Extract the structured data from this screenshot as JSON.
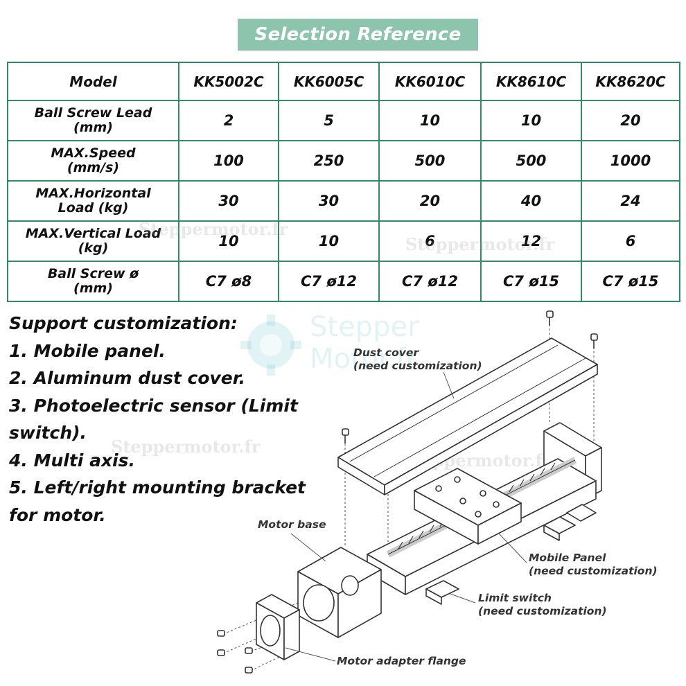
{
  "title": "Selection Reference",
  "table": {
    "header": {
      "label": "Model",
      "models": [
        "KK5002C",
        "KK6005C",
        "KK6010C",
        "KK8610C",
        "KK8620C"
      ]
    },
    "rows": [
      {
        "label_line1": "Ball Screw Lead",
        "label_line2": "(mm)",
        "values": [
          "2",
          "5",
          "10",
          "10",
          "20"
        ]
      },
      {
        "label_line1": "MAX.Speed",
        "label_line2": "(mm/s)",
        "values": [
          "100",
          "250",
          "500",
          "500",
          "1000"
        ]
      },
      {
        "label_line1": "MAX.Horizontal",
        "label_line2": "Load (kg)",
        "values": [
          "30",
          "30",
          "20",
          "40",
          "24"
        ]
      },
      {
        "label_line1": "MAX.Vertical Load",
        "label_line2": "(kg)",
        "values": [
          "10",
          "10",
          "6",
          "12",
          "6"
        ]
      },
      {
        "label_line1": "Ball Screw ø",
        "label_line2": "(mm)",
        "values": [
          "C7 ø8",
          "C7 ø12",
          "C7 ø12",
          "C7 ø15",
          "C7 ø15"
        ]
      }
    ]
  },
  "customization": {
    "heading": "Support customization:",
    "items": [
      "1. Mobile panel.",
      "2. Aluminum dust cover.",
      "3. Photoelectric sensor (Limit",
      "switch).",
      "4. Multi axis.",
      "5. Left/right mounting bracket",
      "for motor."
    ]
  },
  "diagram_labels": {
    "dust_cover": [
      "Dust cover",
      "(need customization)"
    ],
    "motor_base": "Motor base",
    "mobile_panel": [
      "Mobile Panel",
      "(need customization)"
    ],
    "limit_switch": [
      "Limit switch",
      "(need customization)"
    ],
    "motor_adapter_flange": "Motor adapter flange"
  },
  "watermarks": {
    "site": "Steppermotor.fr",
    "logo_line1": "Stepper",
    "logo_line2": "Motor.fr"
  },
  "colors": {
    "accent": "#8cc4ad",
    "table_border": "#2f8a66"
  }
}
